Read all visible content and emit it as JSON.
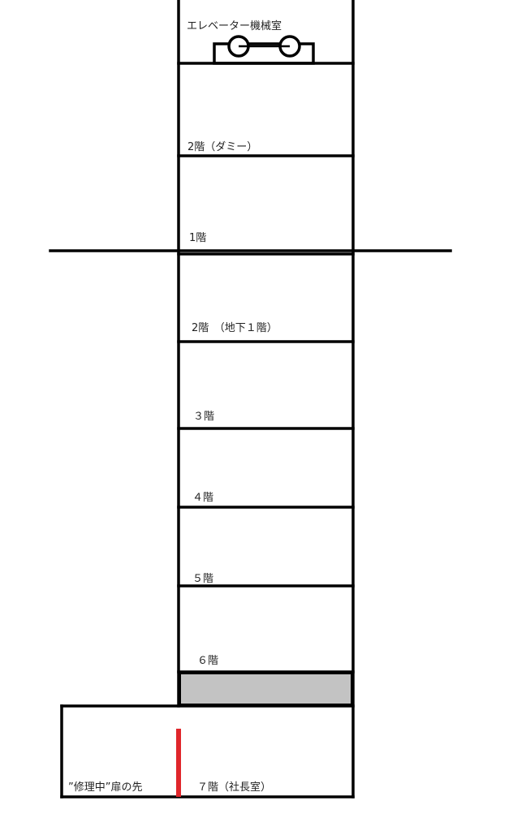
{
  "diagram": {
    "machine_room_label": "エレベーター機械室",
    "floors": [
      {
        "label": "2階（ダミー）"
      },
      {
        "label": "1階"
      },
      {
        "label": "2階　（地下１階）"
      },
      {
        "label": "３階"
      },
      {
        "label": "４階"
      },
      {
        "label": "５階"
      },
      {
        "label": "６階"
      },
      {
        "label": "７階（社長室）"
      }
    ],
    "side_room_label": "”修理中”扉の先",
    "colors": {
      "line": "#000000",
      "door": "#e0262b",
      "filled_block": "#c3c3c3"
    }
  }
}
